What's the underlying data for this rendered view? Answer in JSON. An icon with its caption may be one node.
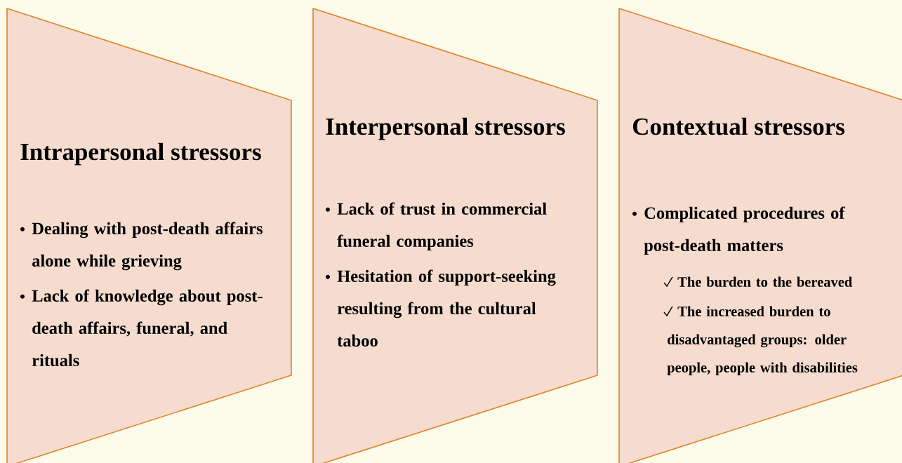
{
  "diagram": {
    "nodes": [
      {
        "text": [
          "Intrapersonal stressors",
          "Dealing with post-death affairs alone while grieving",
          "Lack of knowledge about post-death affairs, funeral, and rituals"
        ]
      },
      {
        "text": [
          "Interpersonal stressors",
          "Lack of trust in commercial funeral companies",
          "Hesitation of support-seeking resulting from the cultural taboo"
        ]
      },
      {
        "text": [
          "Contextual stressors",
          "Complicated procedures of post-death matters",
          "The burden to the bereaved",
          "The increased burden to disadvantaged groups: older people, people with disabilities"
        ]
      }
    ]
  }
}
